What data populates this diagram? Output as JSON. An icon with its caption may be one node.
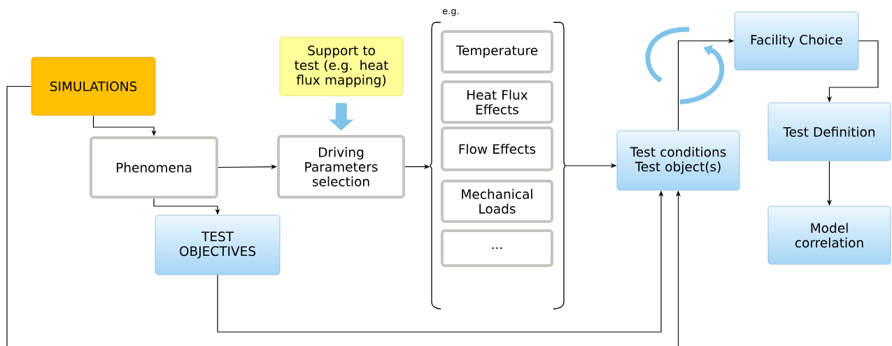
{
  "diagram": {
    "nodes": [
      {
        "text": [
          "SIMULATIONS"
        ]
      },
      {
        "text": [
          "Phenomena"
        ]
      },
      {
        "text": [
          "TEST OBJECTIVES"
        ]
      },
      {
        "text": [
          "Support to test (e.g. heat flux mapping)"
        ]
      },
      {
        "text": [
          "Driving Parameters selection"
        ]
      },
      {
        "text": [
          "e.g."
        ]
      },
      {
        "text": [
          "Temperature"
        ],
        "in": 5
      },
      {
        "text": [
          "Heat Flux Effects"
        ],
        "in": 5
      },
      {
        "text": [
          "Flow Effects"
        ],
        "in": 5
      },
      {
        "text": [
          "Mechanical Loads"
        ],
        "in": 5
      },
      {
        "text": [
          "..."
        ],
        "in": 5
      },
      {
        "text": [
          "Test conditions Test object(s)"
        ]
      },
      {
        "text": [
          "Facility Choice"
        ]
      },
      {
        "text": [
          "Test Definition"
        ]
      },
      {
        "text": [
          "Model correlation"
        ]
      }
    ],
    "edges": [
      {
        "from": 0,
        "to": 1,
        "arrow": "to"
      },
      {
        "from": 1,
        "to": 2,
        "arrow": "to"
      },
      {
        "from": 1,
        "to": 4,
        "arrow": "to"
      },
      {
        "from": 3,
        "to": 4,
        "arrow": "to",
        "style": "thick",
        "color": "#7fc4e8"
      },
      {
        "from": 4,
        "to": 5,
        "arrow": "to"
      },
      {
        "from": 5,
        "to": 11,
        "arrow": "to"
      },
      {
        "from": 2,
        "to": 11,
        "arrow": "to"
      },
      {
        "from": 11,
        "to": 12,
        "arrow": "to"
      },
      {
        "from": 12,
        "to": 13,
        "arrow": "to"
      },
      {
        "from": 13,
        "to": 14,
        "arrow": "to"
      },
      {
        "from": 0,
        "to": null,
        "arrow": "none"
      },
      {
        "from": null,
        "to": 11,
        "arrow": "to"
      }
    ]
  }
}
